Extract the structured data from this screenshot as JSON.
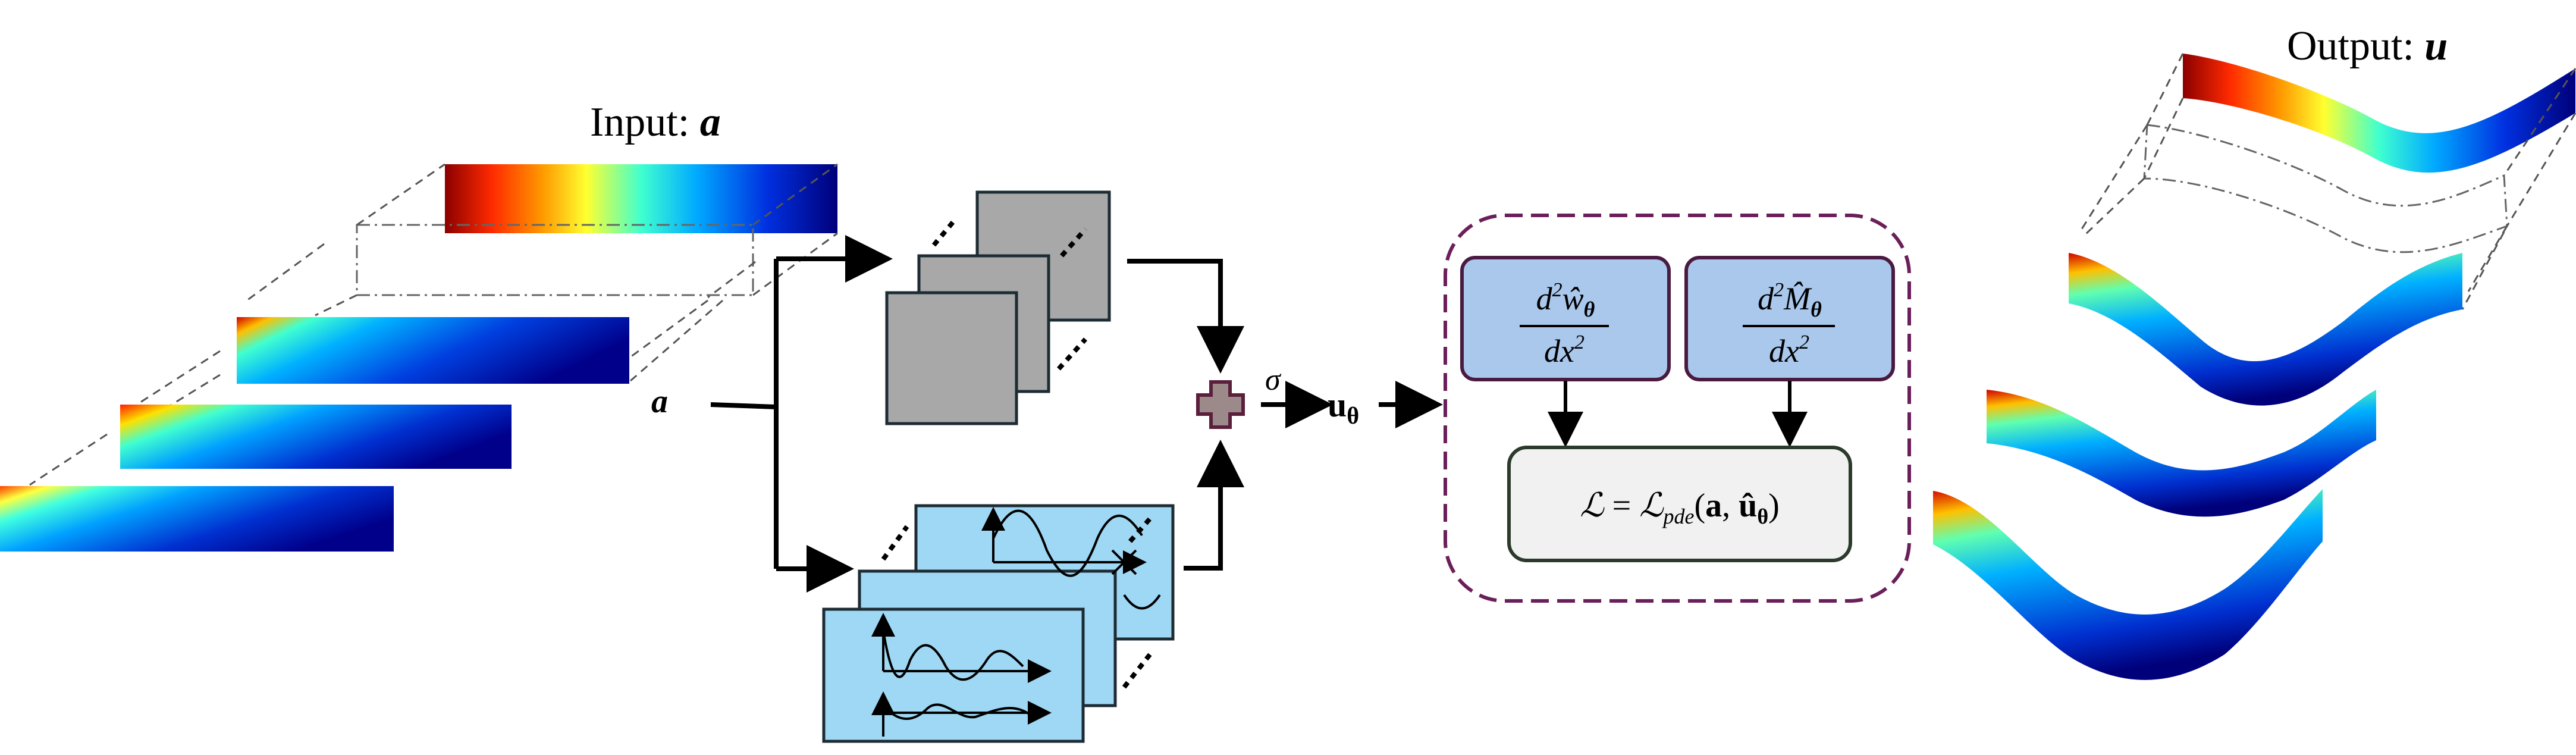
{
  "input_title": {
    "prefix": "Input: ",
    "var": "a"
  },
  "output_title": {
    "prefix": "Output: ",
    "var": "u"
  },
  "input_var": "a",
  "activation": "σ",
  "u_theta": {
    "base": "u",
    "sub": "θ"
  },
  "deriv_w": {
    "num": "d",
    "num_sup": "2",
    "w": "ŵ",
    "w_sub": "θ",
    "den": "dx",
    "den_sup": "2"
  },
  "deriv_m": {
    "num": "d",
    "num_sup": "2",
    "m": "M̂",
    "m_sub": "θ",
    "den": "dx",
    "den_sup": "2"
  },
  "loss": {
    "L": "ℒ",
    "eq": " = ",
    "L2": "ℒ",
    "sub": "pde",
    "args_open": "(",
    "a": "a",
    "comma": ", ",
    "u": "û",
    "u_sub": "θ",
    "args_close": ")"
  },
  "colors": {
    "physics_border": "#6b1f5a",
    "deriv_fill": "#a9c8ec",
    "deriv_border": "#4a1a40",
    "loss_fill": "#f1f1f1",
    "loss_border": "#2b3a2b",
    "gray_block": "#a8a8a8",
    "blue_block": "#9fd8f4",
    "plus_fill": "#9c8a8a",
    "plus_border": "#5a1f3a"
  }
}
